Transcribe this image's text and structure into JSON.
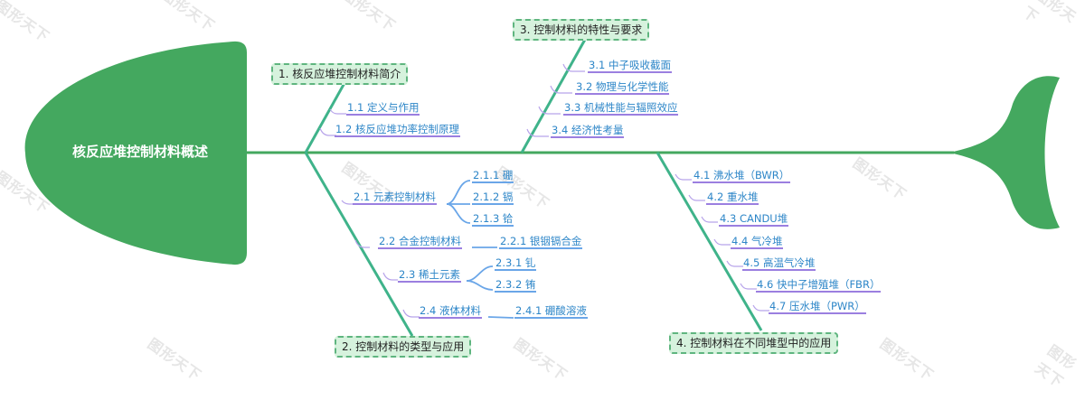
{
  "diagram": {
    "type": "fishbone",
    "colors": {
      "head_fill": "#44a85f",
      "spine": "#44a85f",
      "bone": "#3fb38a",
      "category_fill": "#d6f2dd",
      "category_border": "#5fb57f",
      "link_text": "#2d86c8",
      "underline_sub": "#9b7fe0",
      "underline_leaf": "#6aa6e8"
    },
    "head": {
      "title": "核反应堆控制材料概述"
    },
    "watermark": "图形天下",
    "categories": [
      {
        "label": "1. 核反应堆控制材料简介",
        "items": [
          {
            "label": "1.1 定义与作用"
          },
          {
            "label": "1.2 核反应堆功率控制原理"
          }
        ]
      },
      {
        "label": "2. 控制材料的类型与应用",
        "items": [
          {
            "label": "2.1 元素控制材料",
            "children": [
              "2.1.1 硼",
              "2.1.2 镉",
              "2.1.3 铪"
            ]
          },
          {
            "label": "2.2 合金控制材料",
            "children": [
              "2.2.1 银铟镉合金"
            ]
          },
          {
            "label": "2.3 稀土元素",
            "children": [
              "2.3.1 钆",
              "2.3.2 铕"
            ]
          },
          {
            "label": "2.4 液体材料",
            "children": [
              "2.4.1 硼酸溶液"
            ]
          }
        ]
      },
      {
        "label": "3. 控制材料的特性与要求",
        "items": [
          {
            "label": "3.1 中子吸收截面"
          },
          {
            "label": "3.2 物理与化学性能"
          },
          {
            "label": "3.3 机械性能与辐照效应"
          },
          {
            "label": "3.4 经济性考量"
          }
        ]
      },
      {
        "label": "4. 控制材料在不同堆型中的应用",
        "items": [
          {
            "label": "4.1 沸水堆（BWR）"
          },
          {
            "label": "4.2 重水堆"
          },
          {
            "label": "4.3 CANDU堆"
          },
          {
            "label": "4.4 气冷堆"
          },
          {
            "label": "4.5 高温气冷堆"
          },
          {
            "label": "4.6 快中子增殖堆（FBR）"
          },
          {
            "label": "4.7 压水堆（PWR）"
          }
        ]
      }
    ]
  }
}
